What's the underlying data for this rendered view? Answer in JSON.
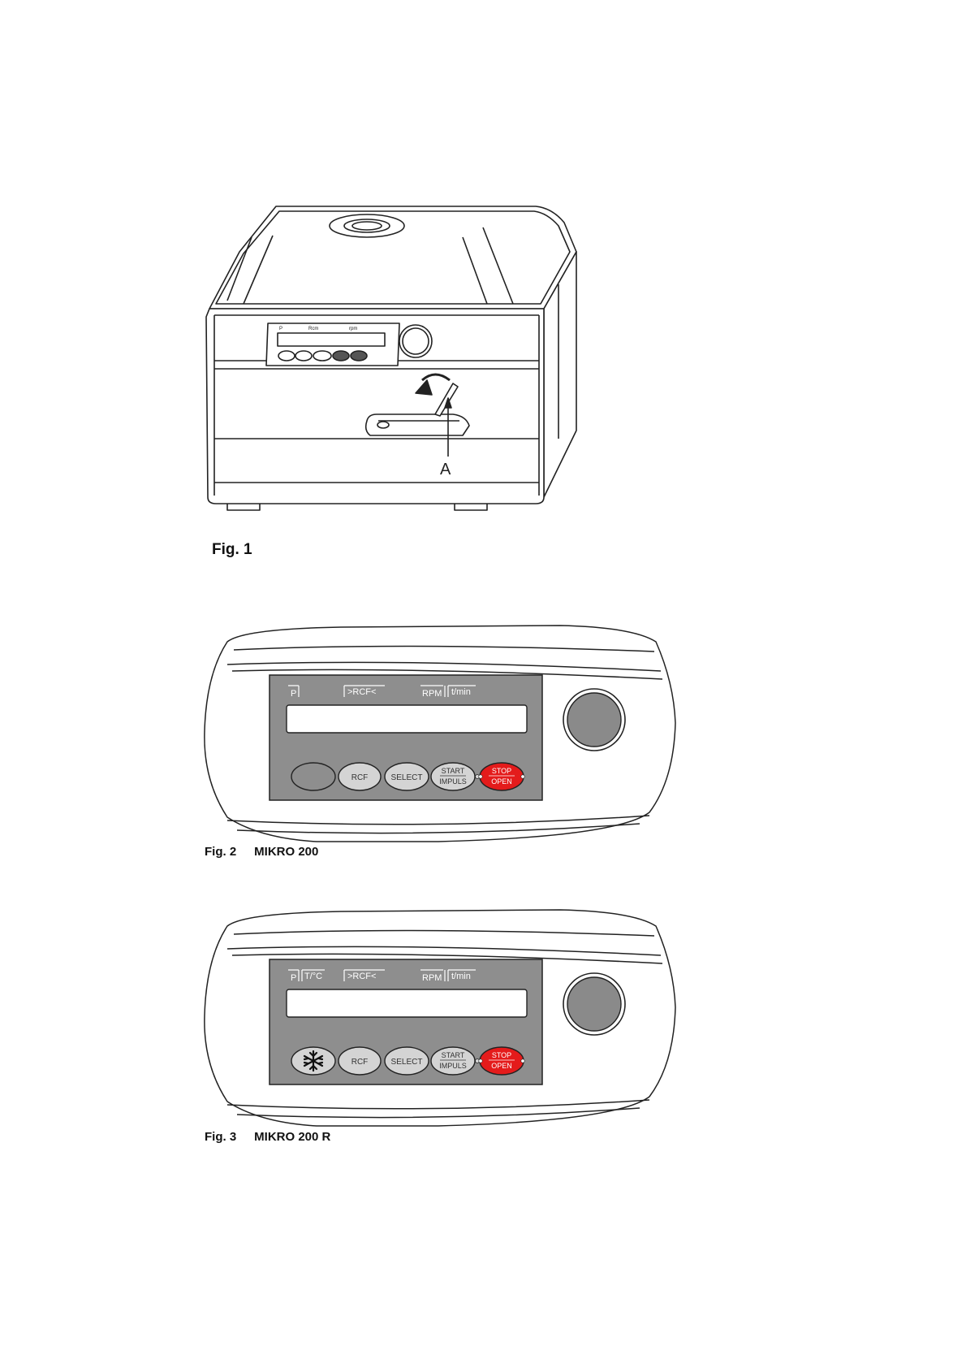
{
  "figures": {
    "fig1": {
      "caption": "Fig. 1",
      "callout_label": "A"
    },
    "fig2": {
      "caption_num": "Fig. 2",
      "caption_model": "MIKRO 200",
      "display_labels": [
        "P",
        ">RCF<",
        "RPM",
        "t/min"
      ],
      "buttons": {
        "blank": "",
        "rcf": "RCF",
        "select": "SELECT",
        "start_top": "START",
        "start_bottom": "IMPULS",
        "stop_top": "STOP",
        "stop_bottom": "OPEN"
      }
    },
    "fig3": {
      "caption_num": "Fig. 3",
      "caption_model": "MIKRO 200 R",
      "display_labels": [
        "P",
        "T/°C",
        ">RCF<",
        "RPM",
        "t/min"
      ],
      "buttons": {
        "snowflake_icon": "snowflake-icon",
        "rcf": "RCF",
        "select": "SELECT",
        "start_top": "START",
        "start_bottom": "IMPULS",
        "stop_top": "STOP",
        "stop_bottom": "OPEN"
      }
    }
  },
  "colors": {
    "panel": "#8e8e8e",
    "button": "#d4d4d4",
    "stop_button": "#e41b1b",
    "knob": "#8a8a8a"
  }
}
